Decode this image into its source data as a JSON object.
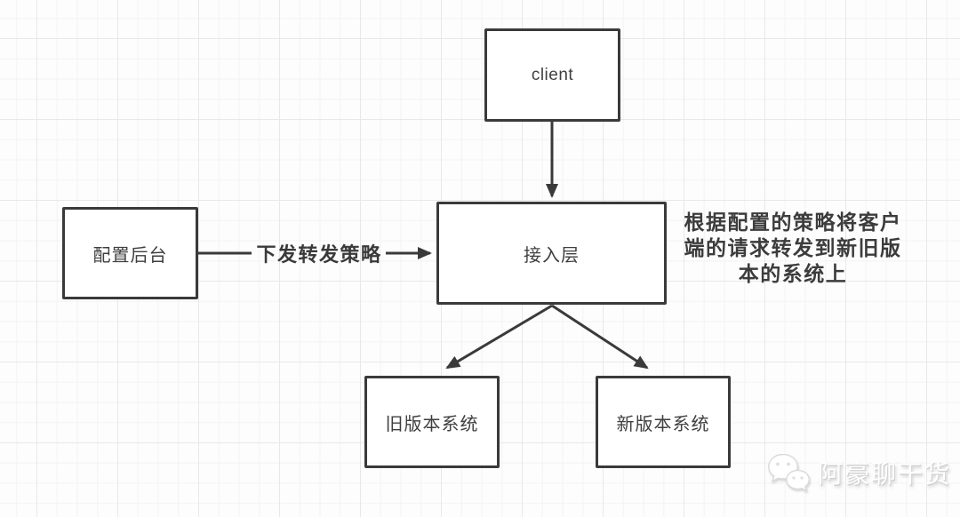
{
  "diagram": {
    "nodes": [
      {
        "id": "client",
        "label": "client"
      },
      {
        "id": "config-backend",
        "label": "配置后台"
      },
      {
        "id": "access-layer",
        "label": "接入层"
      },
      {
        "id": "old-version-system",
        "label": "旧版本系统"
      },
      {
        "id": "new-version-system",
        "label": "新版本系统"
      }
    ],
    "edges": [
      {
        "from": "client",
        "to": "access-layer",
        "label": ""
      },
      {
        "from": "config-backend",
        "to": "access-layer",
        "label": "下发转发策略"
      },
      {
        "from": "access-layer",
        "to": "old-version-system",
        "label": ""
      },
      {
        "from": "access-layer",
        "to": "new-version-system",
        "label": ""
      }
    ],
    "annotation": {
      "text": "根据配置的策略将客户端的请求转发到新旧版本的系统上",
      "lines": [
        "根据配置的策略将客户",
        "端的请求转发到新旧版",
        "本的系统上"
      ]
    }
  },
  "watermark": {
    "icon": "wechat-icon",
    "text": "阿豪聊干货"
  },
  "colors": {
    "line": "#3a3a3a",
    "text": "#3f3f3f",
    "canvas": "#fdfdfd",
    "grid_minor": "#f3f3f3",
    "grid_major": "#e8e8e8",
    "watermark_text": "#ffffff"
  }
}
